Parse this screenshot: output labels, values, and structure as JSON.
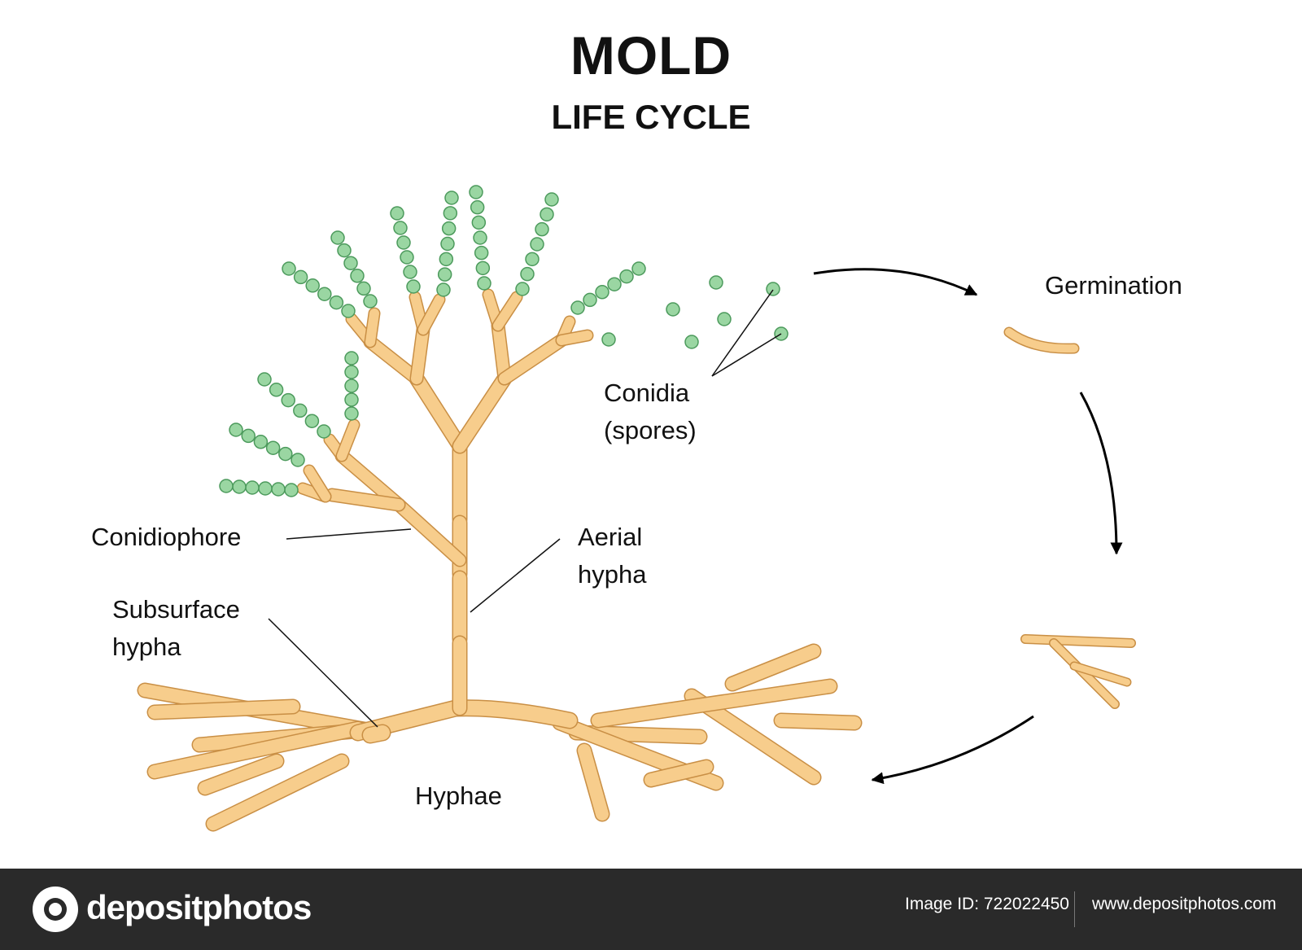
{
  "title": "MOLD",
  "subtitle": "LIFE CYCLE",
  "labels": {
    "germination": "Germination",
    "conidia_line1": "Conidia",
    "conidia_line2": "(spores)",
    "conidiophore": "Conidiophore",
    "aerial_line1": "Aerial",
    "aerial_line2": "hypha",
    "subsurface_line1": "Subsurface",
    "subsurface_line2": "hypha",
    "hyphae": "Hyphae"
  },
  "footer": {
    "brand": "depositphotos",
    "image_id": "Image ID: 722022450",
    "site": "www.depositphotos.com"
  },
  "colors": {
    "hypha_fill": "#f7cd8c",
    "hypha_stroke": "#c98f45",
    "spore_fill": "#9ad6a2",
    "spore_stroke": "#4c9a5c",
    "arrow": "#000000",
    "footer_bg": "#2a2a2a"
  }
}
